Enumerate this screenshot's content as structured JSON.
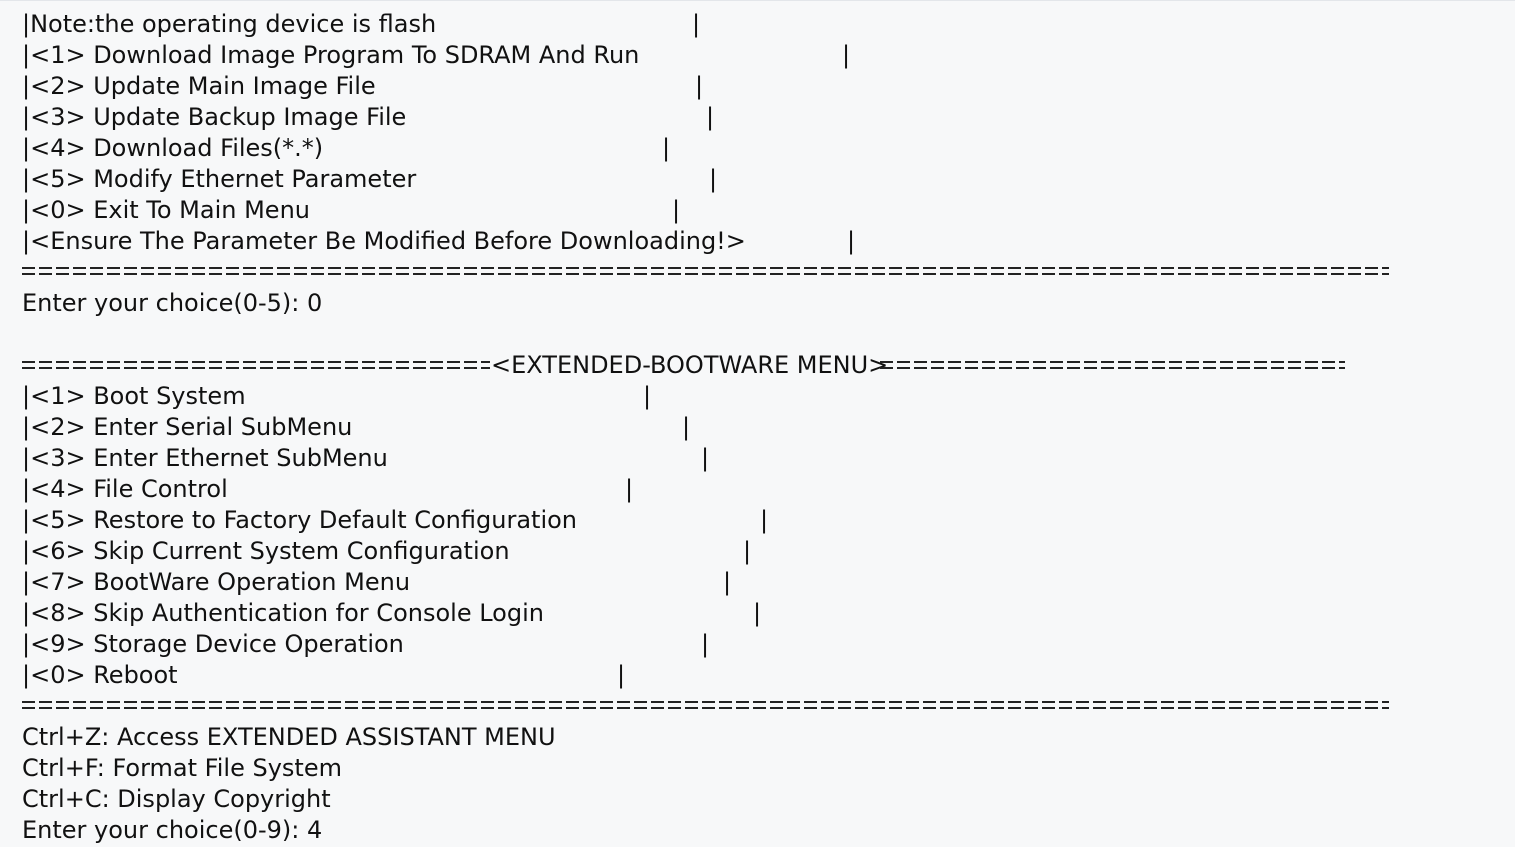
{
  "download_submenu": {
    "items": [
      "|Note:the operating device is flash",
      "|<1> Download Image Program To SDRAM And Run",
      "|<2> Update Main Image File",
      "|<3> Update Backup Image File",
      "|<4> Download Files(*.*)",
      "|<5> Modify Ethernet Parameter",
      "|<0> Exit To Main Menu",
      "|<Ensure The Parameter Be Modified Before Downloading!>"
    ],
    "right_border": "|",
    "prompt": "Enter your choice(0-5): 0"
  },
  "extended_menu": {
    "title": "<EXTENDED-BOOTWARE MENU>",
    "items": [
      "|<1> Boot System",
      "|<2> Enter Serial SubMenu",
      "|<3> Enter Ethernet SubMenu",
      "|<4> File Control",
      "|<5> Restore to Factory Default Configuration",
      "|<6> Skip Current System Configuration",
      "|<7> BootWare Operation Menu",
      "|<8> Skip Authentication for Console Login",
      "|<9> Storage Device Operation",
      "|<0> Reboot"
    ],
    "right_border": "|",
    "shortcuts": [
      "Ctrl+Z: Access EXTENDED ASSISTANT MENU",
      "Ctrl+F: Format File System",
      "Ctrl+C: Display Copyright"
    ],
    "prompt": "Enter your choice(0-9): 4"
  }
}
